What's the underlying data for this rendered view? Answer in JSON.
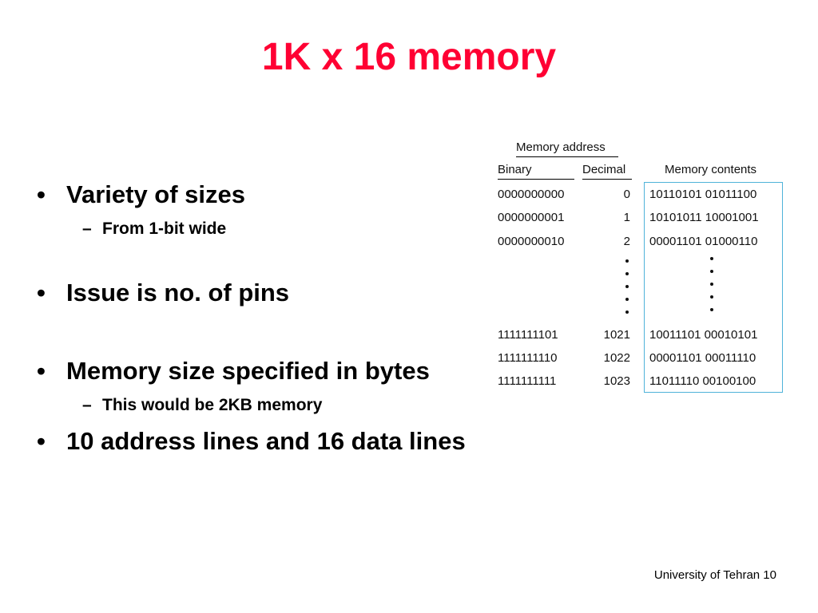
{
  "slide": {
    "title": "1K x 16 memory",
    "bullets": [
      {
        "text": "Variety of sizes",
        "subs": [
          "From 1-bit wide"
        ]
      },
      {
        "text": "Issue is no. of pins",
        "subs": []
      },
      {
        "text": "Memory size specified in bytes",
        "subs": [
          "This would be 2KB memory"
        ]
      },
      {
        "text": "10 address lines and 16 data lines",
        "subs": []
      }
    ],
    "bullet_symbol": "•",
    "sub_symbol": "–",
    "footer": "University of Tehran 10"
  },
  "figure": {
    "group_header": "Memory address",
    "columns": [
      "Binary",
      "Decimal",
      "Memory contents"
    ],
    "rows_top": [
      {
        "binary": "0000000000",
        "decimal": "0",
        "contents": "10110101 01011100"
      },
      {
        "binary": "0000000001",
        "decimal": "1",
        "contents": "10101011 10001001"
      },
      {
        "binary": "0000000010",
        "decimal": "2",
        "contents": "00001101 01000110"
      }
    ],
    "rows_bottom": [
      {
        "binary": "1111111101",
        "decimal": "1021",
        "contents": "10011101 00010101"
      },
      {
        "binary": "1111111110",
        "decimal": "1022",
        "contents": "00001101 00011110"
      },
      {
        "binary": "1111111111",
        "decimal": "1023",
        "contents": "11011110 00100100"
      }
    ],
    "box_color": "#4fb3d9"
  },
  "colors": {
    "title": "#ff0033"
  }
}
